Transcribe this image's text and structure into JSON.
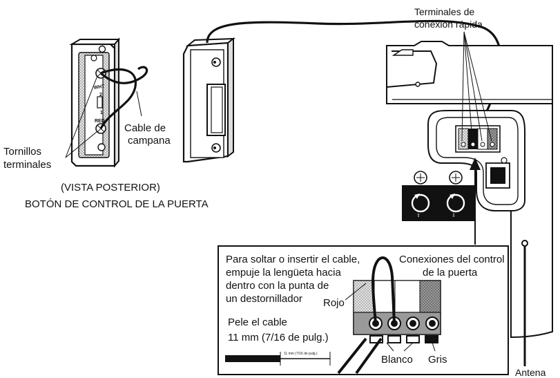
{
  "labels": {
    "quick_terminals_line1": "Terminales de",
    "quick_terminals_line2": "conexión rápida",
    "bell_cable_line1": "Cable de",
    "bell_cable_line2": "campana",
    "terminal_screws_line1": "Tornillos",
    "terminal_screws_line2": "terminales",
    "rear_view": "(VISTA POSTERIOR)",
    "door_control_button": "BOTÓN DE CONTROL DE LA PUERTA",
    "release_instructions_line1": "Para soltar o insertir el cable,",
    "release_instructions_line2": "empuje la lengüeta hacia",
    "release_instructions_line3": "dentro con la punta de",
    "release_instructions_line4": "un destornillador",
    "door_control_connections_line1": "Conexiones del control",
    "door_control_connections_line2": "de la puerta",
    "red": "Rojo",
    "strip_line1": "Pele el cable",
    "strip_line2": "11 mm (7/16 de pulg.)",
    "strip_ruler": "11 mm (7/16 de pulg.)",
    "white": "Blanco",
    "gray": "Gris",
    "antenna": "Antena",
    "terminal_wht": "WHT",
    "terminal_2": "2",
    "terminal_1": "1",
    "terminal_red": "RED"
  },
  "colors": {
    "ink": "#111111",
    "background": "#ffffff",
    "shade_gray": "#9a9a9a",
    "stipple": "#c8c8c8"
  }
}
